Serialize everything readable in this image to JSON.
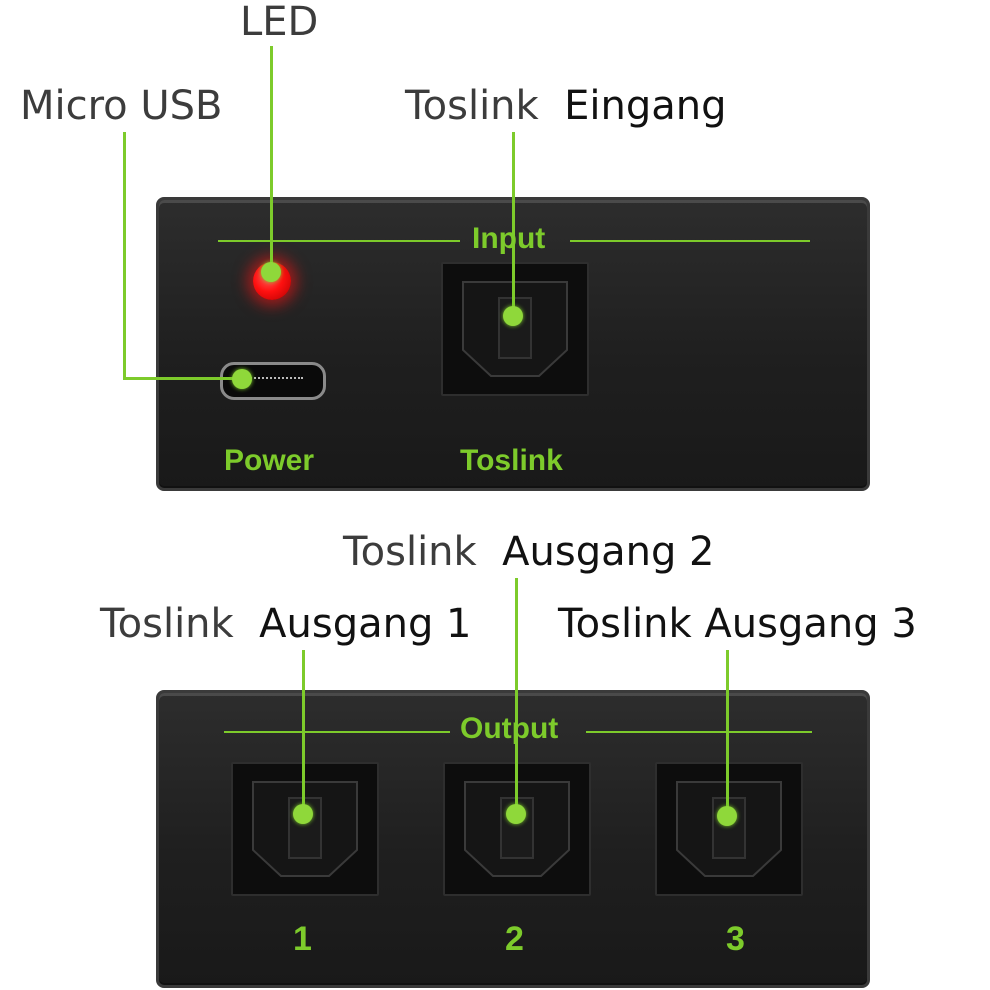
{
  "callouts": {
    "led": "LED",
    "micro_usb": "Micro USB",
    "toslink_in_prefix": "Toslink",
    "toslink_in_suffix": "Eingang",
    "out2_prefix": "Toslink",
    "out2_suffix": "Ausgang 2",
    "out1_prefix": "Toslink",
    "out1_suffix": "Ausgang 1",
    "out3": "Toslink Ausgang 3"
  },
  "input_panel": {
    "title": "Input",
    "power_label": "Power",
    "toslink_label": "Toslink"
  },
  "output_panel": {
    "title": "Output",
    "port_numbers": [
      "1",
      "2",
      "3"
    ]
  },
  "colors": {
    "accent_green": "#7dcb2b",
    "panel_black": "#1f1f1f",
    "led_red": "#ff1010"
  }
}
